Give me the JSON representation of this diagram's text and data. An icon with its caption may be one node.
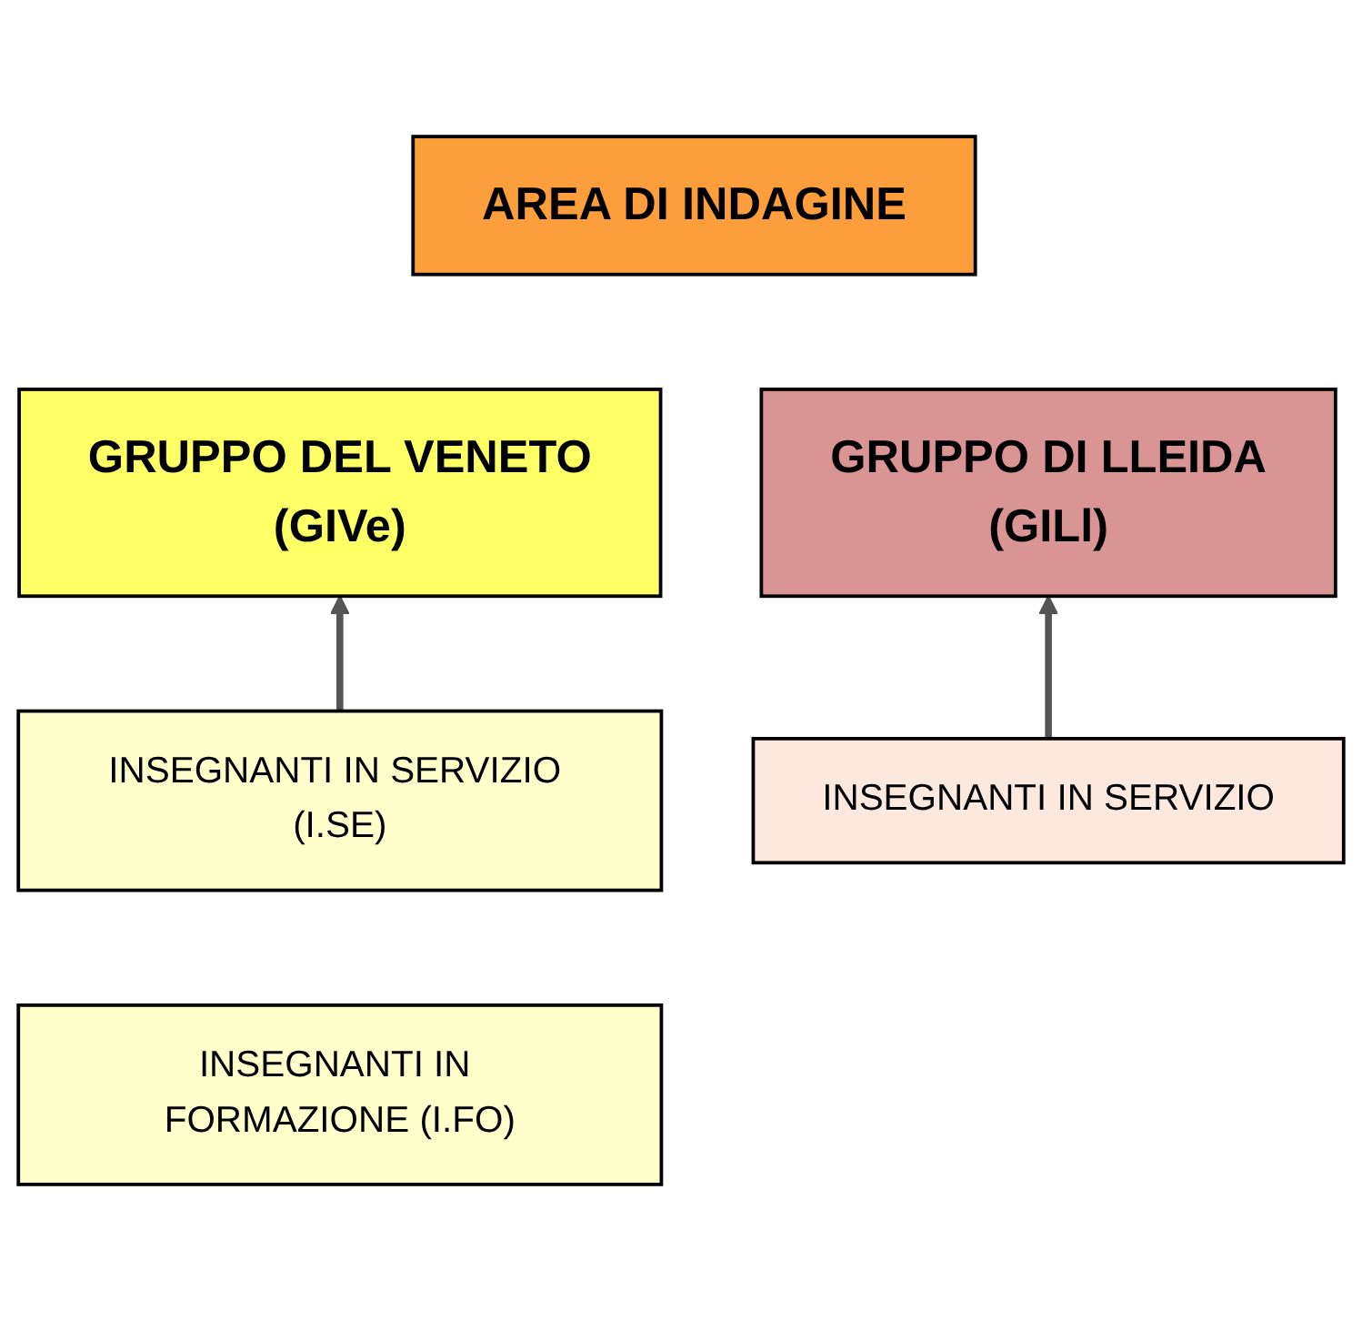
{
  "diagram": {
    "nodes": [
      {
        "text": [
          "AREA DI INDAGINE"
        ]
      },
      {
        "text": [
          "GRUPPO DEL VENETO",
          "(GIVe)"
        ]
      },
      {
        "text": [
          "GRUPPO DI LLEIDA",
          "(GILl)"
        ]
      },
      {
        "text": [
          "INSEGNANTI IN SERVIZIO (I.SE)"
        ]
      },
      {
        "text": [
          "INSEGNANTI IN FORMAZIONE (I.FO)"
        ]
      },
      {
        "text": [
          "INSEGNANTI IN SERVIZIO"
        ]
      }
    ],
    "edges": [
      {
        "from": 3,
        "to": 1,
        "arrow": "to"
      },
      {
        "from": 5,
        "to": 2,
        "arrow": "to"
      }
    ]
  }
}
